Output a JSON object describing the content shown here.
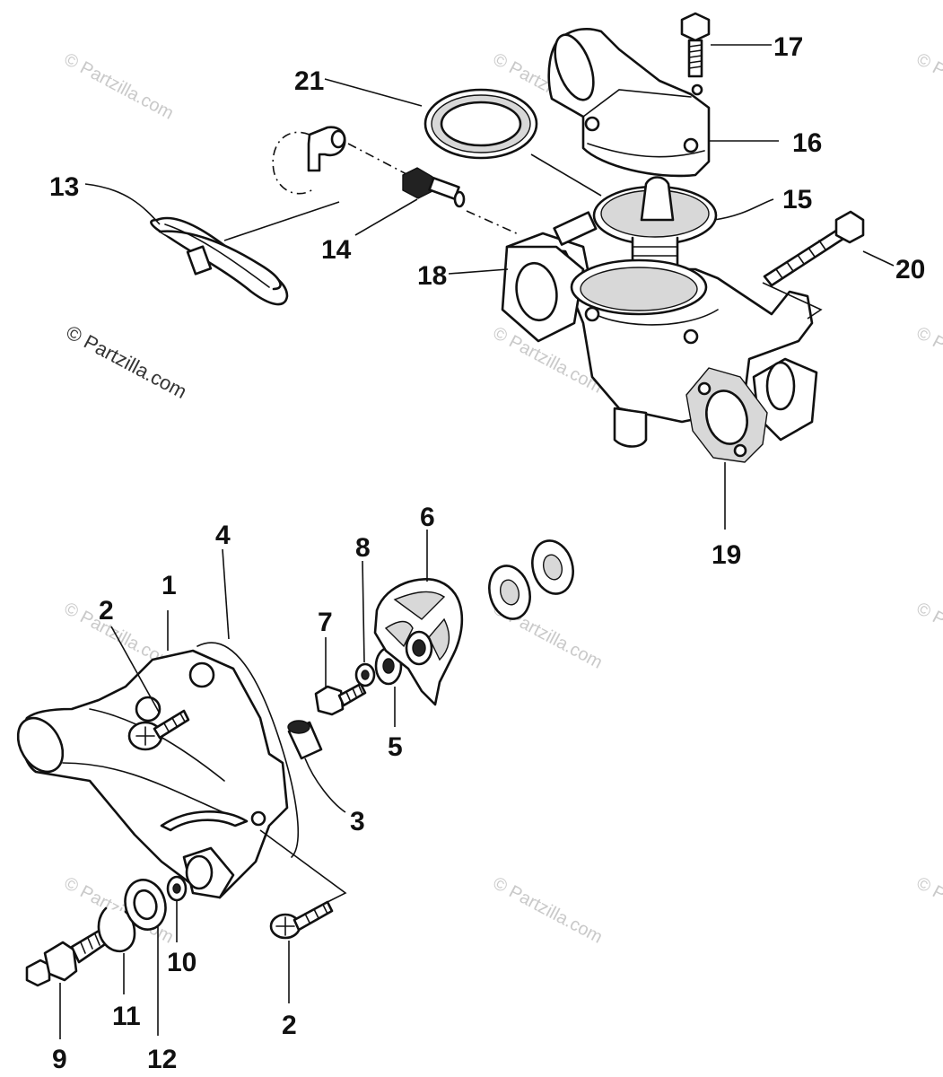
{
  "watermark": {
    "text": "© Partzilla.com"
  },
  "callouts": {
    "c1": "1",
    "c2a": "2",
    "c2b": "2",
    "c3": "3",
    "c4": "4",
    "c5": "5",
    "c6": "6",
    "c7": "7",
    "c8": "8",
    "c9": "9",
    "c10": "10",
    "c11": "11",
    "c12": "12",
    "c13": "13",
    "c14": "14",
    "c15": "15",
    "c16": "16",
    "c17": "17",
    "c18": "18",
    "c19": "19",
    "c20": "20",
    "c21": "21"
  }
}
